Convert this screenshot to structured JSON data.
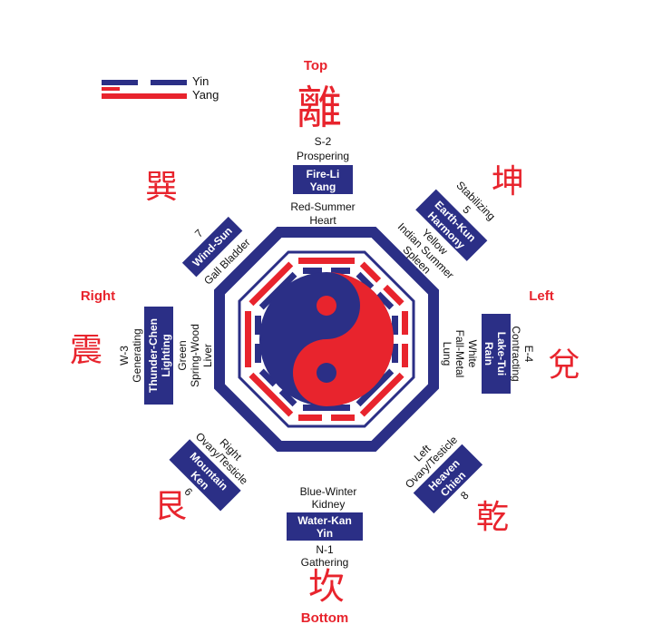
{
  "legend": {
    "yin": "Yin",
    "yang": "Yang"
  },
  "directions": {
    "top": "Top",
    "bottom": "Bottom",
    "left": "Left",
    "right": "Right"
  },
  "chars": {
    "li": "離",
    "kun": "坤",
    "dui": "兌",
    "qian": "乾",
    "kan": "坎",
    "gen": "艮",
    "zhen": "震",
    "xun": "巽"
  },
  "guas": {
    "fire": {
      "name1": "Fire-Li",
      "name2": "Yang",
      "num": "S-2",
      "quality": "Prospering",
      "attr1": "Red-Summer",
      "attr2": "Heart"
    },
    "earth": {
      "name1": "Earth-Kun",
      "name2": "Harmony",
      "num": "5",
      "quality": "Stabilizing",
      "attr1": "Yellow",
      "attr2": "Indian Summer",
      "attr3": "Spleen"
    },
    "lake": {
      "name1": "Lake-Tui",
      "name2": "Rain",
      "num": "E-4",
      "quality": "Contracting",
      "attr1": "White",
      "attr2": "Fall-Metal",
      "attr3": "Lung"
    },
    "heaven": {
      "name1": "Heaven",
      "name2": "Chien",
      "num": "8",
      "attr1": "Left",
      "attr2": "Ovary/Testicle"
    },
    "water": {
      "name1": "Water-Kan",
      "name2": "Yin",
      "num": "N-1",
      "quality": "Gathering",
      "attr1": "Blue-Winter",
      "attr2": "Kidney"
    },
    "mountain": {
      "name1": "Mountain",
      "name2": "Ken",
      "num": "6",
      "attr1": "Right",
      "attr2": "Ovary/Testicle"
    },
    "thunder": {
      "name1": "Thunder-Chen",
      "name2": "Lighting",
      "num": "W-3",
      "quality": "Generating",
      "attr1": "Green",
      "attr2": "Spring-Wood",
      "attr3": "Liver"
    },
    "wind": {
      "name1": "Wind-Sun",
      "num": "7",
      "attr1": "Gall Bladder"
    }
  },
  "colors": {
    "red": "#e8242d",
    "blue": "#2b2f86",
    "white": "#ffffff"
  }
}
